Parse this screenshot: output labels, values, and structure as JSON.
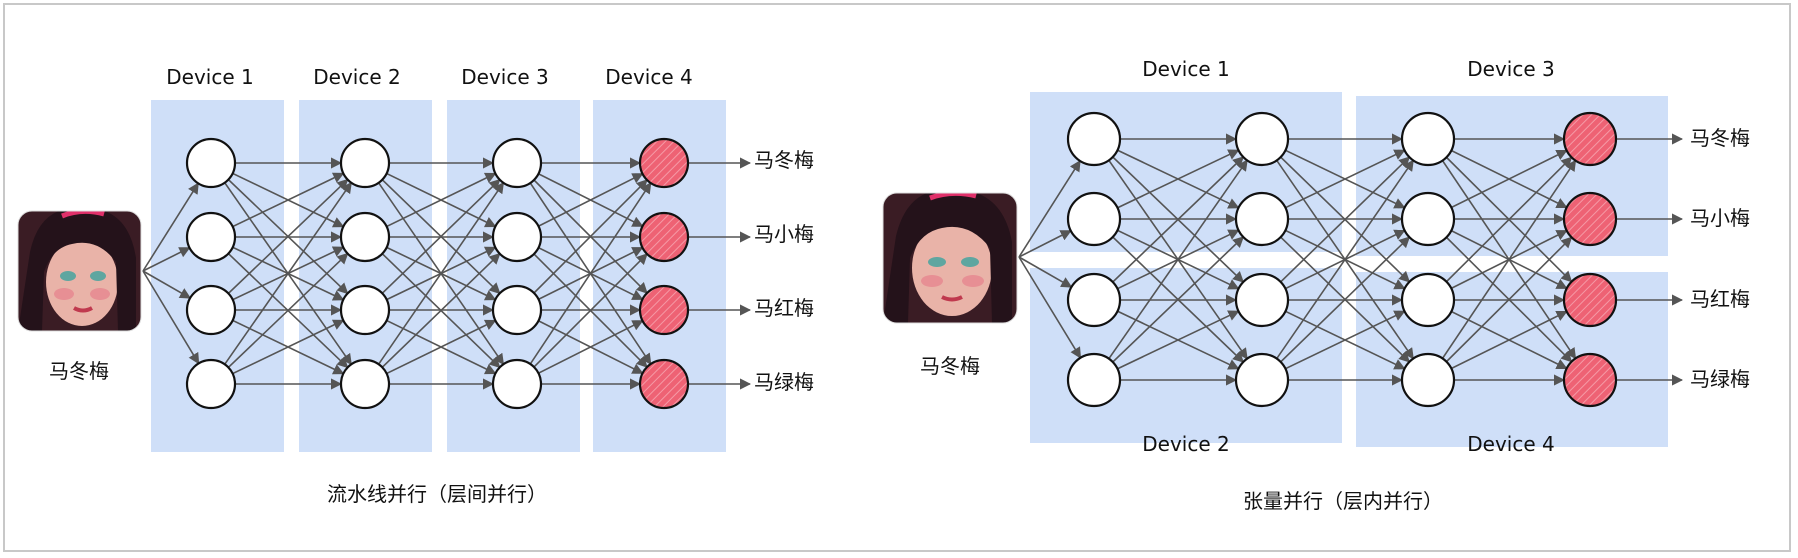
{
  "colors": {
    "device_fill": "#cfdff8",
    "output_node": "#ee6274",
    "node_fill": "#ffffff",
    "edge": "#555555"
  },
  "pipeline": {
    "devices": [
      "Device 1",
      "Device 2",
      "Device 3",
      "Device 4"
    ],
    "input_label": "马冬梅",
    "outputs": [
      "马冬梅",
      "马小梅",
      "马红梅",
      "马绿梅"
    ],
    "caption": "流水线并行（层间并行）"
  },
  "tensor": {
    "devices": [
      "Device 1",
      "Device 3",
      "Device 2",
      "Device 4"
    ],
    "input_label": "马冬梅",
    "outputs": [
      "马冬梅",
      "马小梅",
      "马红梅",
      "马绿梅"
    ],
    "caption": "张量并行（层内并行）"
  },
  "icons": {
    "input_photo": "portrait-photo-icon",
    "output_node": "hatched-output-node-icon"
  }
}
